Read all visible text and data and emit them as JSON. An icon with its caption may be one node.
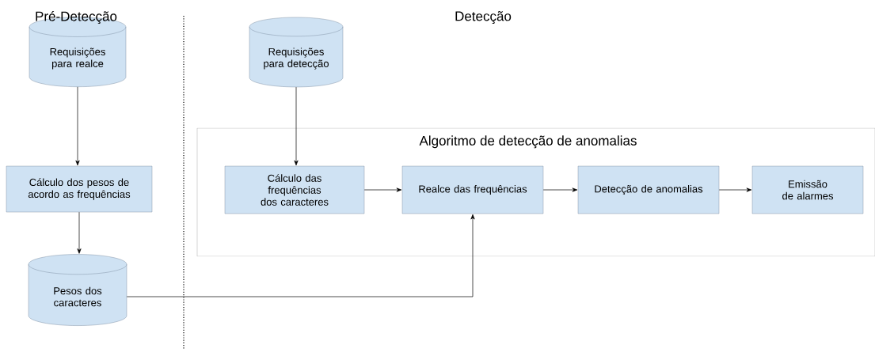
{
  "diagram": {
    "nodes": [
      {
        "text": [
          "Requisições para realce"
        ]
      },
      {
        "text": [
          "Cálculo dos pesos de acordo as frequências"
        ]
      },
      {
        "text": [
          "Pesos dos caracteres"
        ]
      },
      {
        "text": [
          "Requisições para detecção"
        ]
      },
      {
        "text": [
          "Algoritmo de detecção de anomalias"
        ]
      },
      {
        "text": [
          "Cálculo das frequências dos caracteres"
        ],
        "in": 4
      },
      {
        "text": [
          "Realce das frequências"
        ],
        "in": 4
      },
      {
        "text": [
          "Detecção de anomalias"
        ],
        "in": 4
      },
      {
        "text": [
          "Emissão de alarmes"
        ],
        "in": 4
      }
    ],
    "edges": [
      {
        "from": 0,
        "to": 1,
        "arrow": "to"
      },
      {
        "from": 1,
        "to": 2,
        "arrow": "to"
      },
      {
        "from": 3,
        "to": 5,
        "arrow": "to"
      },
      {
        "from": 5,
        "to": 6,
        "arrow": "to"
      },
      {
        "from": 6,
        "to": 7,
        "arrow": "to"
      },
      {
        "from": 7,
        "to": 8,
        "arrow": "to"
      },
      {
        "from": 2,
        "to": 6,
        "arrow": "to"
      }
    ],
    "labels": [
      "Pré-Detecção",
      "Detecção"
    ]
  }
}
